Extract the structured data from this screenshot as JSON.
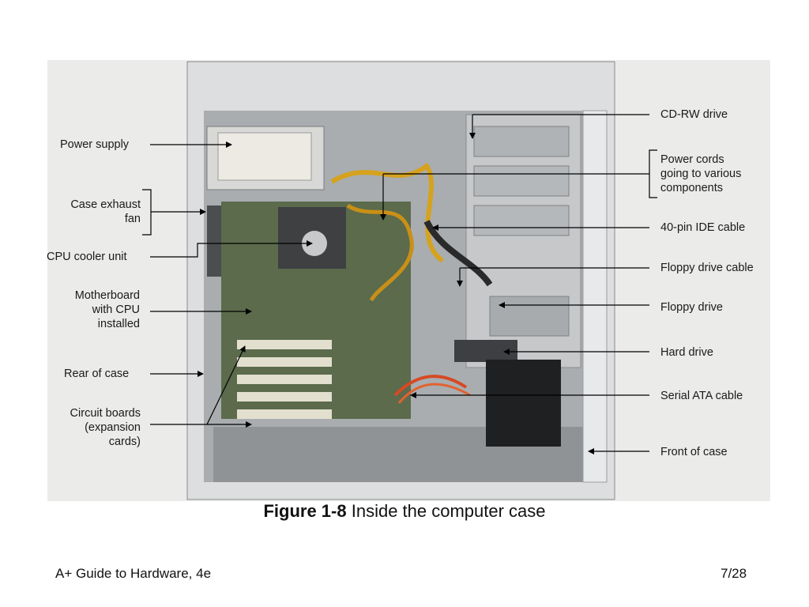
{
  "figure": {
    "number": "Figure 1-8",
    "caption": "Inside the computer case"
  },
  "labels": {
    "left": [
      "Power supply",
      "Case exhaust\nfan",
      "CPU cooler unit",
      "Motherboard\nwith CPU\ninstalled",
      "Rear of case",
      "Circuit boards\n(expansion\ncards)"
    ],
    "right": [
      "CD-RW drive",
      "Power cords\ngoing to various\ncomponents",
      "40-pin IDE cable",
      "Floppy drive cable",
      "Floppy drive",
      "Hard drive",
      "Serial ATA cable",
      "Front of case"
    ]
  },
  "footer": {
    "title": "A+ Guide to Hardware, 4e",
    "page": "7/28"
  }
}
